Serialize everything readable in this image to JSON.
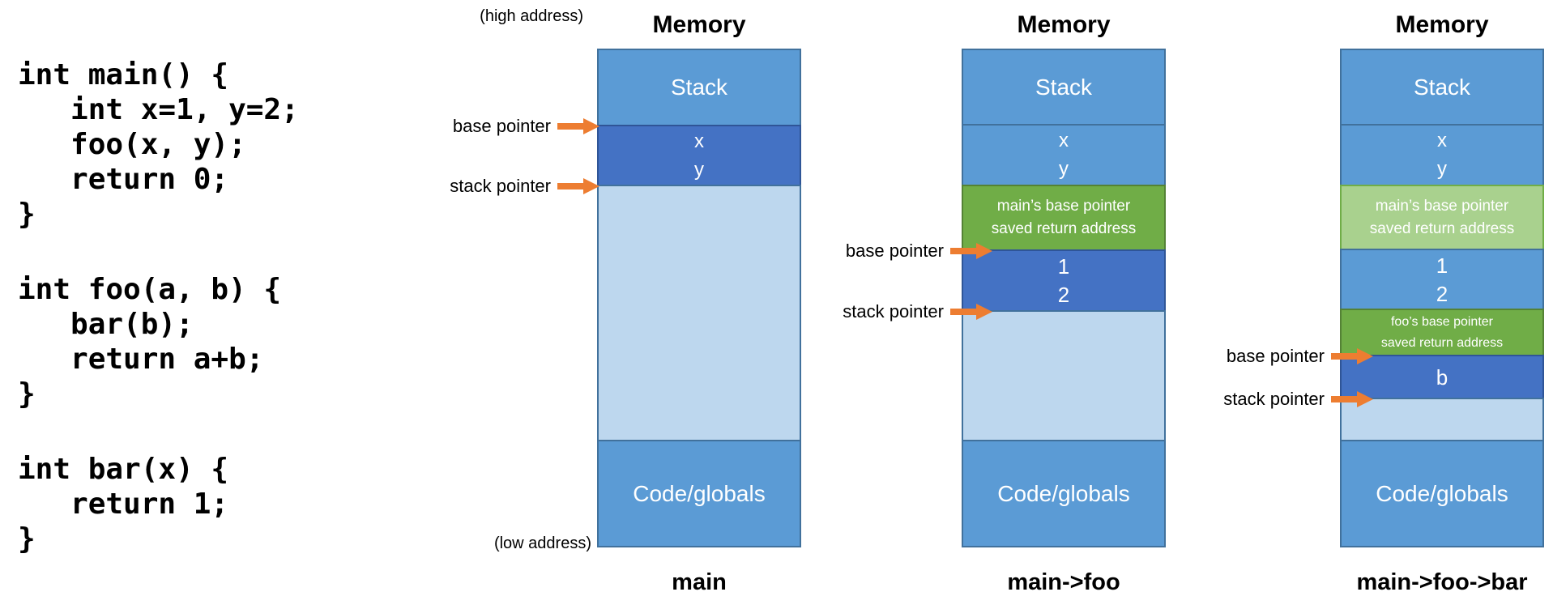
{
  "colors": {
    "medium_blue": "#5B9BD5",
    "dark_blue": "#4472C4",
    "light_blue": "#BDD7EE",
    "green": "#70AD47",
    "light_green": "#A9D18E",
    "orange": "#ED7D31",
    "border_blue": "#41719C",
    "border_dark_blue": "#2F5597",
    "border_green": "#548235"
  },
  "code_blocks": [
    "int main() {\n   int x=1, y=2;\n   foo(x, y);\n   return 0;\n}",
    "int foo(a, b) {\n   bar(b);\n   return a+b;\n}",
    "int bar(x) {\n   return 1;\n}"
  ],
  "address_labels": {
    "high": "(high address)",
    "low": "(low address)"
  },
  "pointer_labels": {
    "base": "base pointer",
    "stack": "stack pointer"
  },
  "columns": [
    {
      "title": "Memory",
      "caption": "main",
      "segments": {
        "stack": "Stack",
        "locals": [
          "x",
          "y"
        ],
        "code": "Code/globals"
      }
    },
    {
      "title": "Memory",
      "caption": "main->foo",
      "segments": {
        "stack": "Stack",
        "locals": [
          "x",
          "y"
        ],
        "saved_main": [
          "main’s base pointer",
          "saved return address"
        ],
        "args_foo": [
          "1",
          "2"
        ],
        "code": "Code/globals"
      }
    },
    {
      "title": "Memory",
      "caption": "main->foo->bar",
      "segments": {
        "stack": "Stack",
        "locals": [
          "x",
          "y"
        ],
        "saved_main": [
          "main’s base pointer",
          "saved return address"
        ],
        "args_foo": [
          "1",
          "2"
        ],
        "saved_foo": [
          "foo’s base pointer",
          "saved return address"
        ],
        "arg_bar": [
          "b"
        ],
        "code": "Code/globals"
      }
    }
  ]
}
